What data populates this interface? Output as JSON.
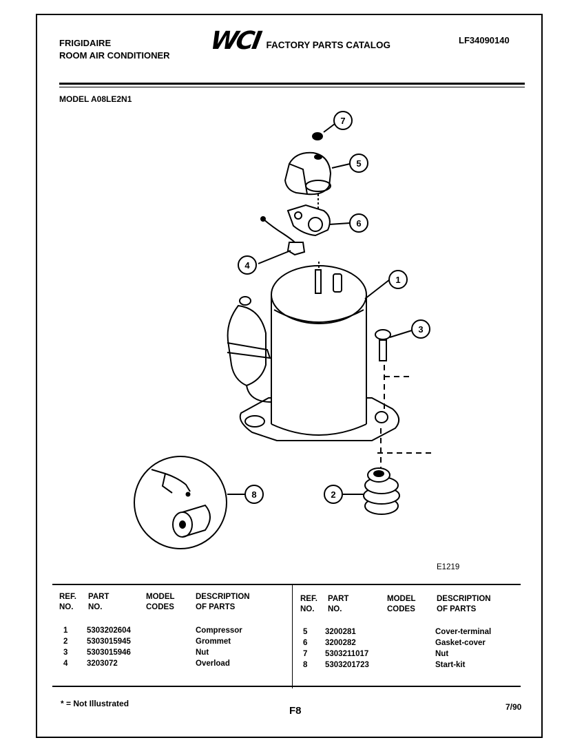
{
  "header": {
    "brand": "FRIGIDAIRE",
    "product": "ROOM AIR CONDITIONER",
    "logo": "WCI",
    "catalog_title": "FACTORY PARTS CATALOG",
    "catalog_number": "LF34090140"
  },
  "model": "MODEL A08LE2N1",
  "diagram": {
    "code": "E1219",
    "callouts": [
      "7",
      "5",
      "6",
      "4",
      "1",
      "3",
      "8",
      "2"
    ]
  },
  "table": {
    "headers": {
      "ref": [
        "REF.",
        "NO."
      ],
      "part": [
        "PART",
        "NO."
      ],
      "codes": [
        "MODEL",
        "CODES"
      ],
      "desc": [
        "DESCRIPTION",
        "OF PARTS"
      ]
    },
    "left": [
      {
        "ref": "1",
        "part": "5303202604",
        "desc": "Compressor"
      },
      {
        "ref": "2",
        "part": "5303015945",
        "desc": "Grommet"
      },
      {
        "ref": "3",
        "part": "5303015946",
        "desc": "Nut"
      },
      {
        "ref": "4",
        "part": "3203072",
        "desc": "Overload"
      }
    ],
    "right": [
      {
        "ref": "5",
        "part": "3200281",
        "desc": "Cover-terminal"
      },
      {
        "ref": "6",
        "part": "3200282",
        "desc": "Gasket-cover"
      },
      {
        "ref": "7",
        "part": "5303211017",
        "desc": "Nut"
      },
      {
        "ref": "8",
        "part": "5303201723",
        "desc": "Start-kit"
      }
    ]
  },
  "footer": {
    "note": "* = Not Illustrated",
    "page": "F8",
    "date": "7/90"
  }
}
